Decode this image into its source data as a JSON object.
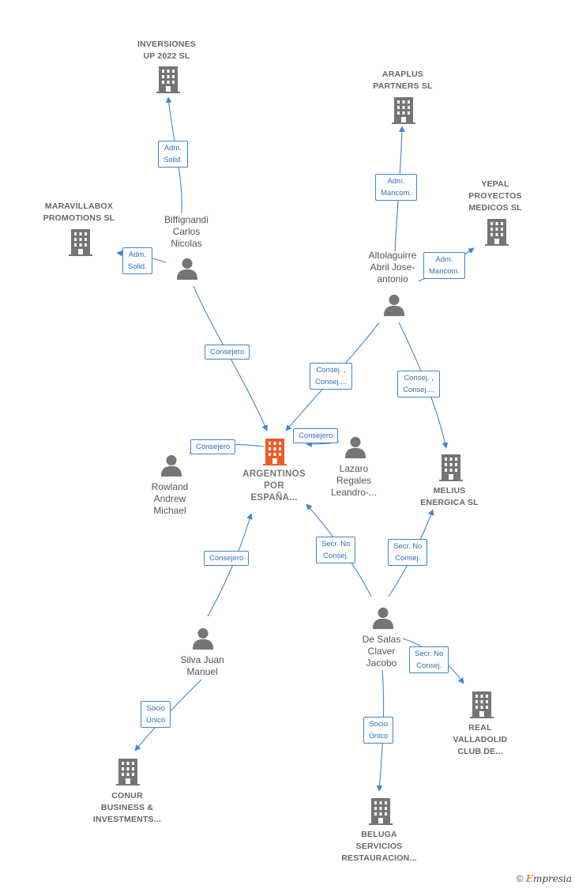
{
  "colors": {
    "edge": "#3f86d1",
    "company": "#757575",
    "main_company": "#f05a28",
    "person": "#757575"
  },
  "nodes": [
    {
      "id": "main",
      "type": "main-company",
      "label": "ARGENTINOS\nPOR\nESPAÑA..."
    },
    {
      "id": "inversiones",
      "type": "company",
      "label": "INVERSIONES\nUP 2022  SL"
    },
    {
      "id": "araplus",
      "type": "company",
      "label": "ARAPLUS\nPARTNERS SL"
    },
    {
      "id": "yepal",
      "type": "company",
      "label": "YEPAL\nPROYECTOS\nMEDICOS SL"
    },
    {
      "id": "maravilla",
      "type": "company",
      "label": "MARAVILLABOX\nPROMOTIONS SL"
    },
    {
      "id": "melius",
      "type": "company",
      "label": "MELIUS\nENERGICA  SL"
    },
    {
      "id": "real",
      "type": "company",
      "label": "REAL\nVALLADOLID\nCLUB DE..."
    },
    {
      "id": "conur",
      "type": "company",
      "label": "CONUR\nBUSINESS &\nINVESTMENTS..."
    },
    {
      "id": "beluga",
      "type": "company",
      "label": "BELUGA\nSERVICIOS\nRESTAURACION..."
    },
    {
      "id": "biffi",
      "type": "person",
      "label": "Biffignandi\nCarlos\nNicolas"
    },
    {
      "id": "altola",
      "type": "person",
      "label": "Altolaguirre\nAbril Jose-\nantonio"
    },
    {
      "id": "rowland",
      "type": "person",
      "label": "Rowland\nAndrew\nMichael"
    },
    {
      "id": "lazaro",
      "type": "person",
      "label": "Lazaro\nRegales\nLeandro-..."
    },
    {
      "id": "silva",
      "type": "person",
      "label": "Silva Juan\nManuel"
    },
    {
      "id": "desalas",
      "type": "person",
      "label": "De Salas\nClaver\nJacobo"
    }
  ],
  "edges": [
    {
      "id": "e-biffi-inv",
      "label": "Adm.\nSolid."
    },
    {
      "id": "e-biffi-mar",
      "label": "Adm.\nSolid."
    },
    {
      "id": "e-biffi-main",
      "label": "Consejero"
    },
    {
      "id": "e-alt-ara",
      "label": "Adm.\nMancom."
    },
    {
      "id": "e-alt-yep",
      "label": "Adm.\nMancom."
    },
    {
      "id": "e-alt-main",
      "label": "Consej. ,\nConsej...."
    },
    {
      "id": "e-alt-mel",
      "label": "Consej. ,\nConsej...."
    },
    {
      "id": "e-row-main",
      "label": "Consejero"
    },
    {
      "id": "e-laz-main",
      "label": "Consejero"
    },
    {
      "id": "e-silva-main",
      "label": "Consejero"
    },
    {
      "id": "e-silva-conur",
      "label": "Socio\nÚnico"
    },
    {
      "id": "e-ds-main",
      "label": "Secr.  No\nConsej."
    },
    {
      "id": "e-ds-mel",
      "label": "Secr.  No\nConsej."
    },
    {
      "id": "e-ds-real",
      "label": "Secr.  No\nConsej."
    },
    {
      "id": "e-ds-beluga",
      "label": "Socio\nÚnico"
    }
  ],
  "brand": {
    "symbol": "©",
    "initial": "E",
    "rest": "mpresia"
  }
}
